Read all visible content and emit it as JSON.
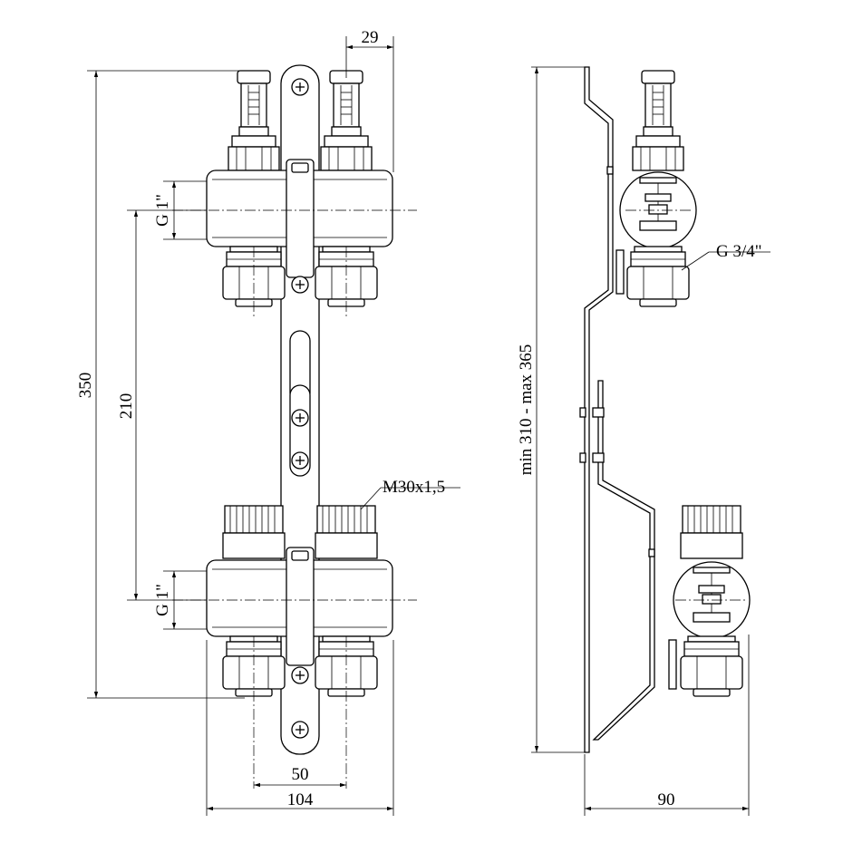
{
  "labels": {
    "dim_29": "29",
    "dim_350": "350",
    "dim_210": "210",
    "thread_top": "G 1\"",
    "thread_bottom": "G 1\"",
    "nut_thread": "M30x1,5",
    "dim_50": "50",
    "dim_104": "104",
    "dim_height_range": "min 310 - max 365",
    "outlet_thread": "G 3/4\"",
    "dim_90": "90"
  }
}
